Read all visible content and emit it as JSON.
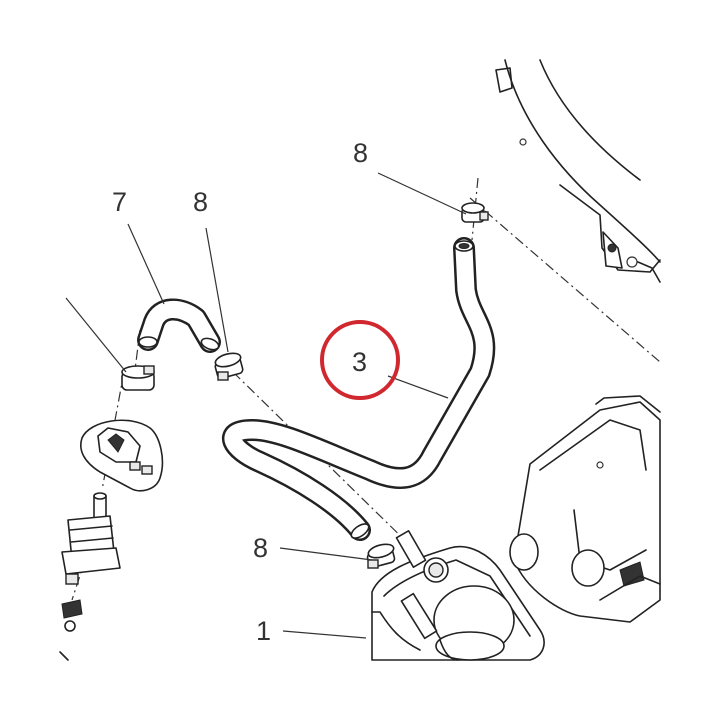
{
  "callouts": {
    "part_3": "3",
    "part_7": "7",
    "part_8_top_right": "8",
    "part_8_left": "8",
    "part_8_bottom": "8",
    "part_1": "1"
  },
  "highlight": {
    "part": "3",
    "color": "#d0282e"
  }
}
